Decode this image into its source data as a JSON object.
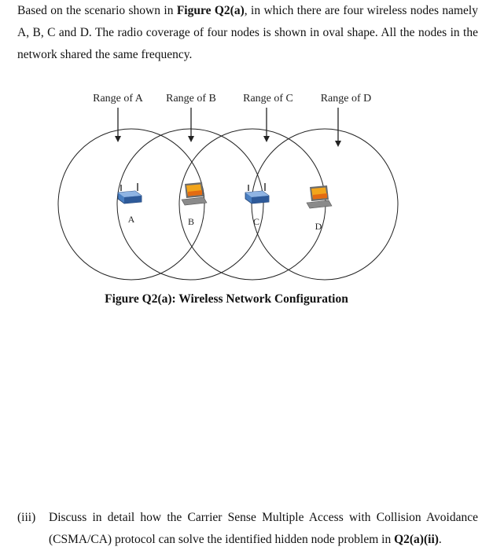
{
  "intro": {
    "part1": "Based on the scenario shown in ",
    "figure_ref": "Figure Q2(a)",
    "part2": ", in which there are four wireless nodes namely A, B, C and D. The radio coverage of four nodes is shown in oval shape. All the nodes in the network shared the same frequency."
  },
  "figure": {
    "range_labels": [
      "Range of A",
      "Range of B",
      "Range of C",
      "Range of D"
    ],
    "node_labels": [
      "A",
      "B",
      "C",
      "D"
    ],
    "caption": "Figure Q2(a): Wireless Network Configuration",
    "colors": {
      "stroke": "#222222",
      "router_blue": "#4a7fc1",
      "laptop_orange": "#f2a51c",
      "laptop_gray": "#8a8a8a"
    }
  },
  "question": {
    "number": "(iii)",
    "part1": "Discuss in detail how the Carrier Sense Multiple Access with Collision Avoidance (CSMA/CA) protocol can solve the identified hidden node problem in ",
    "ref": "Q2(a)(ii)",
    "part2": "."
  }
}
